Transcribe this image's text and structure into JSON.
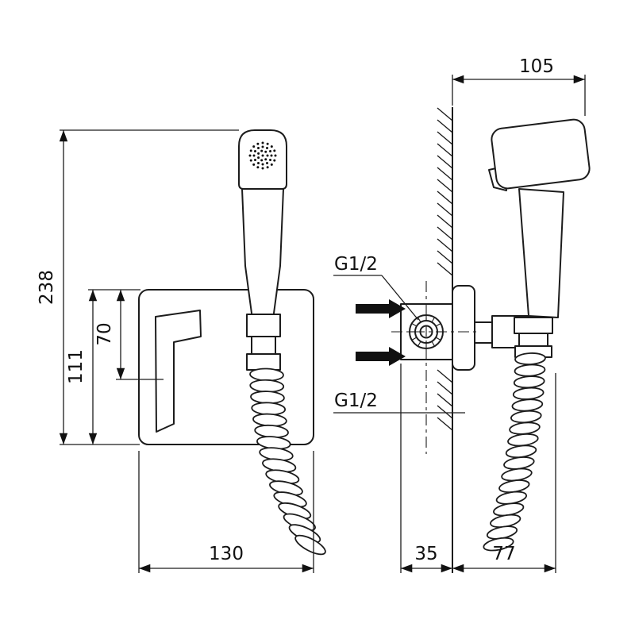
{
  "dims": {
    "overall_height": "238",
    "plate_height": "111",
    "lever_height": "70",
    "plate_width": "130",
    "wall_clearance": "105",
    "thread_top": "G1/2",
    "thread_bottom": "G1/2",
    "recess_depth": "35",
    "bracket_offset": "77"
  }
}
